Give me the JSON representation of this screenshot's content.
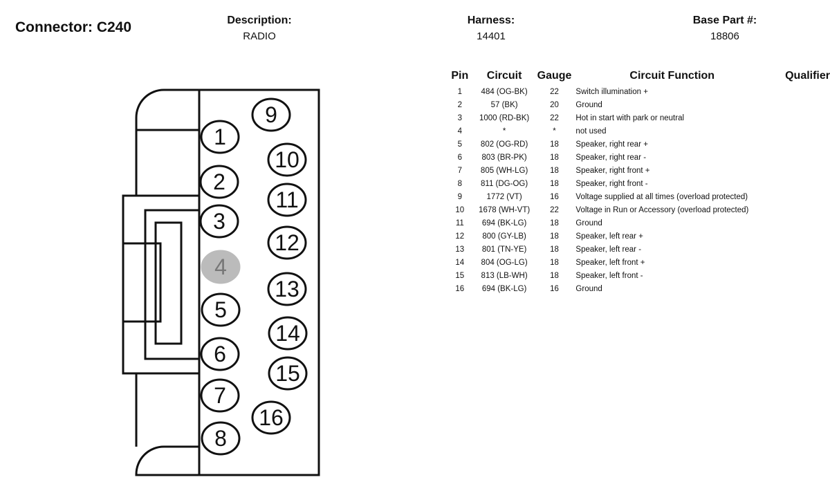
{
  "header": {
    "connector": "Connector: C240",
    "description_label": "Description:",
    "description_value": "RADIO",
    "harness_label": "Harness:",
    "harness_value": "14401",
    "base_part_label": "Base Part #:",
    "base_part_value": "18806"
  },
  "table": {
    "columns": [
      "Pin",
      "Circuit",
      "Gauge",
      "Circuit Function",
      "Qualifier"
    ],
    "rows": [
      {
        "pin": "1",
        "circuit": "484 (OG-BK)",
        "gauge": "22",
        "function": "Switch illumination +",
        "qualifier": ""
      },
      {
        "pin": "2",
        "circuit": "57 (BK)",
        "gauge": "20",
        "function": "Ground",
        "qualifier": ""
      },
      {
        "pin": "3",
        "circuit": "1000 (RD-BK)",
        "gauge": "22",
        "function": "Hot in start with park or neutral",
        "qualifier": ""
      },
      {
        "pin": "4",
        "circuit": "*",
        "gauge": "*",
        "function": "not used",
        "qualifier": ""
      },
      {
        "pin": "5",
        "circuit": "802 (OG-RD)",
        "gauge": "18",
        "function": "Speaker, right rear +",
        "qualifier": ""
      },
      {
        "pin": "6",
        "circuit": "803 (BR-PK)",
        "gauge": "18",
        "function": "Speaker, right rear -",
        "qualifier": ""
      },
      {
        "pin": "7",
        "circuit": "805 (WH-LG)",
        "gauge": "18",
        "function": "Speaker, right front +",
        "qualifier": ""
      },
      {
        "pin": "8",
        "circuit": "811 (DG-OG)",
        "gauge": "18",
        "function": "Speaker, right front -",
        "qualifier": ""
      },
      {
        "pin": "9",
        "circuit": "1772 (VT)",
        "gauge": "16",
        "function": "Voltage supplied at all times (overload protected)",
        "qualifier": ""
      },
      {
        "pin": "10",
        "circuit": "1678 (WH-VT)",
        "gauge": "22",
        "function": "Voltage in Run or Accessory (overload protected)",
        "qualifier": ""
      },
      {
        "pin": "11",
        "circuit": "694 (BK-LG)",
        "gauge": "18",
        "function": "Ground",
        "qualifier": ""
      },
      {
        "pin": "12",
        "circuit": "800 (GY-LB)",
        "gauge": "18",
        "function": "Speaker, left rear +",
        "qualifier": ""
      },
      {
        "pin": "13",
        "circuit": "801 (TN-YE)",
        "gauge": "18",
        "function": "Speaker, left rear -",
        "qualifier": ""
      },
      {
        "pin": "14",
        "circuit": "804 (OG-LG)",
        "gauge": "18",
        "function": "Speaker, left front +",
        "qualifier": ""
      },
      {
        "pin": "15",
        "circuit": "813 (LB-WH)",
        "gauge": "18",
        "function": "Speaker, left front -",
        "qualifier": ""
      },
      {
        "pin": "16",
        "circuit": "694 (BK-LG)",
        "gauge": "16",
        "function": "Ground",
        "qualifier": ""
      }
    ]
  },
  "connector_diagram": {
    "pins": [
      {
        "label": "9",
        "used": true
      },
      {
        "label": "1",
        "used": true
      },
      {
        "label": "10",
        "used": true
      },
      {
        "label": "2",
        "used": true
      },
      {
        "label": "11",
        "used": true
      },
      {
        "label": "3",
        "used": true
      },
      {
        "label": "12",
        "used": true
      },
      {
        "label": "4",
        "used": false
      },
      {
        "label": "13",
        "used": true
      },
      {
        "label": "5",
        "used": true
      },
      {
        "label": "14",
        "used": true
      },
      {
        "label": "6",
        "used": true
      },
      {
        "label": "15",
        "used": true
      },
      {
        "label": "7",
        "used": true
      },
      {
        "label": "16",
        "used": true
      },
      {
        "label": "8",
        "used": true
      }
    ],
    "colors": {
      "outline": "#111111",
      "unused_pin": "#bbbbbb"
    }
  }
}
